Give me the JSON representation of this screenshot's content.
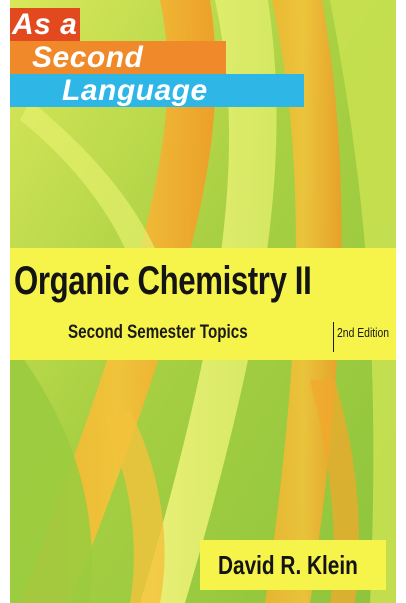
{
  "series": {
    "line1": "As a",
    "line2": "Second",
    "line3": "Language"
  },
  "book": {
    "title": "Organic Chemistry II",
    "subtitle": "Second Semester Topics",
    "edition": "2nd Edition",
    "author": "David R. Klein"
  },
  "colors": {
    "background_green": "#b8d84a",
    "band_yellow": "#f6f44a",
    "ribbon_red": "#e2491f",
    "ribbon_orange": "#f0892a",
    "ribbon_blue": "#2db6e6"
  }
}
